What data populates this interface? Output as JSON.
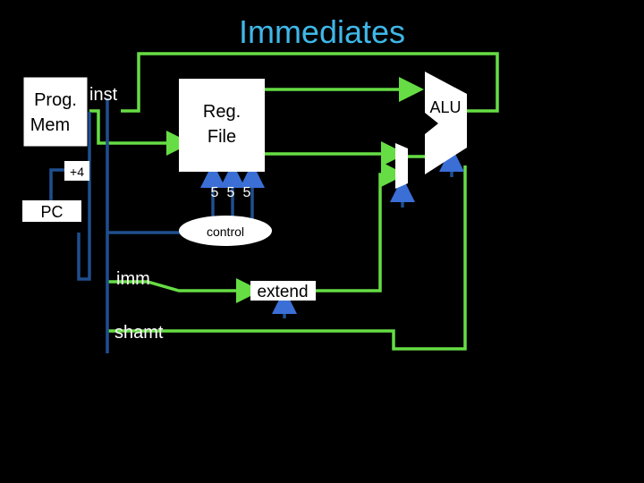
{
  "title": "Immediates",
  "blocks": {
    "prog_mem": {
      "line1": "Prog.",
      "line2": "Mem"
    },
    "inst": "inst",
    "reg_file": {
      "line1": "Reg.",
      "line2": "File"
    },
    "alu": "ALU",
    "pc": "PC",
    "plus4": "+4",
    "control": "control",
    "extend": "extend"
  },
  "fields": {
    "reg_widths": [
      "5",
      "5",
      "5"
    ],
    "imm": "imm",
    "shamt": "shamt"
  },
  "colors": {
    "title": "#3fb7e8",
    "datapath": "#66dd44",
    "control": "#1f4f8f",
    "arrow": "#3b6fd6",
    "background": "#000000"
  }
}
